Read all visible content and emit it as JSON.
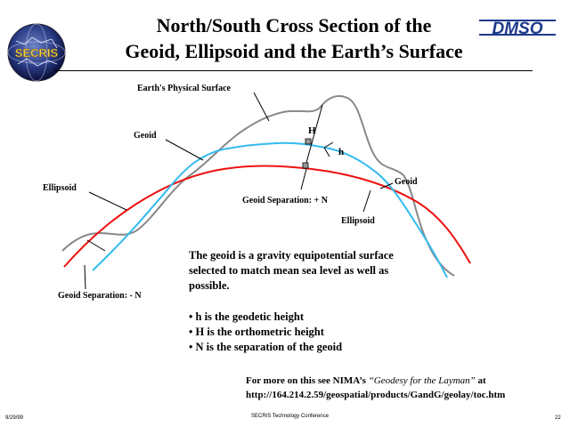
{
  "header": {
    "title_line1": "North/South Cross Section of the",
    "title_line2": "Geoid, Ellipsoid and the Earth’s Surface",
    "logo_left_text": "SECRIS",
    "logo_right_text": "DMSO"
  },
  "labels": {
    "earth_surface": "Earth's Physical Surface",
    "geoid_left": "Geoid",
    "geoid_right": "Geoid",
    "ellipsoid_left": "Ellipsoid",
    "ellipsoid_right": "Ellipsoid",
    "H": "H",
    "h": "h",
    "sep_positive": "Geoid Separation: + N",
    "sep_negative": "Geoid Separation: - N"
  },
  "body": {
    "paragraph": "The geoid is a gravity equipotential surface selected to match mean sea level as well as possible.",
    "bullets": [
      "• h is the geodetic height",
      "• H is the orthometric height",
      "• N is the separation of the geoid"
    ]
  },
  "more_info": {
    "prefix": "For more on this see NIMA’s ",
    "title": "“Geodesy for the Layman”",
    "suffix": " at",
    "url": "http://164.214.2.59/geospatial/products/GandG/geolay/toc.htm"
  },
  "footer": {
    "date": "9/29/99",
    "conference": "SECRIS Technology Conference",
    "page": "22"
  },
  "colors": {
    "geoid": "#33bbee",
    "ellipsoid": "#ee1111",
    "surface": "#888888"
  }
}
